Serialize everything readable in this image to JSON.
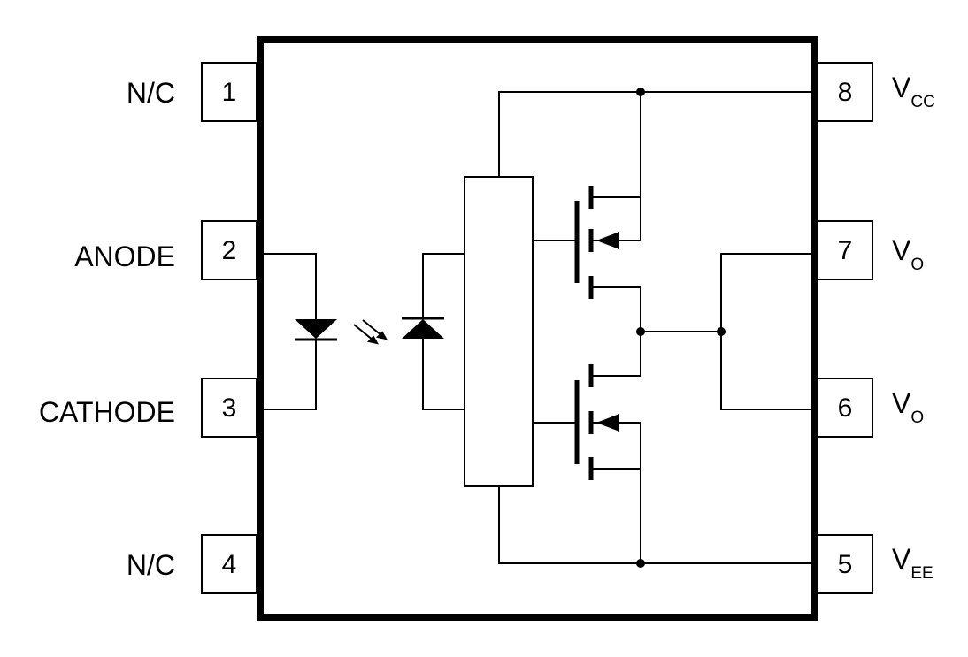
{
  "pins": {
    "p1": {
      "number": "1",
      "label": "N/C"
    },
    "p2": {
      "number": "2",
      "label": "ANODE"
    },
    "p3": {
      "number": "3",
      "label": "CATHODE"
    },
    "p4": {
      "number": "4",
      "label": "N/C"
    },
    "p5": {
      "number": "5",
      "label_main": "V",
      "label_sub": "EE"
    },
    "p6": {
      "number": "6",
      "label_main": "V",
      "label_sub": "O"
    },
    "p7": {
      "number": "7",
      "label_main": "V",
      "label_sub": "O"
    },
    "p8": {
      "number": "8",
      "label_main": "V",
      "label_sub": "CC"
    }
  }
}
